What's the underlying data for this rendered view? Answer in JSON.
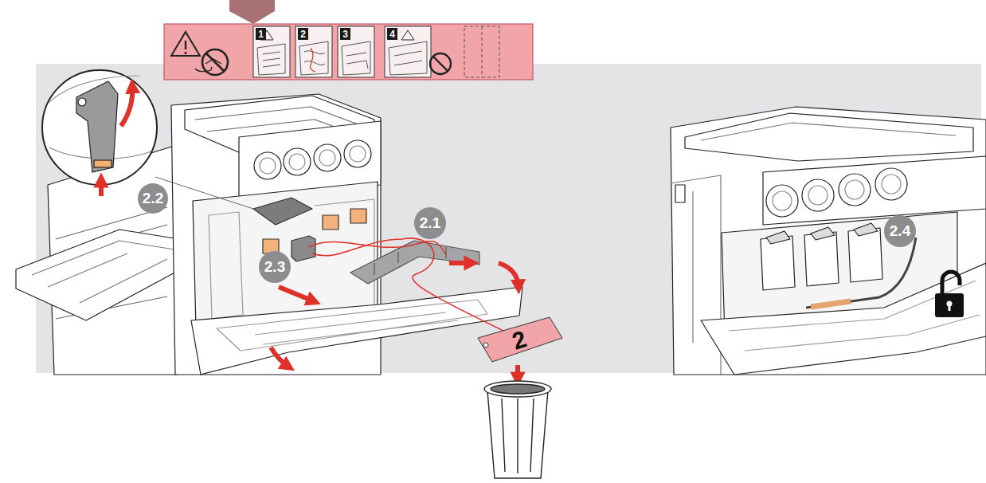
{
  "diagram": {
    "labels": [
      "1",
      "2",
      "3",
      "4",
      "2.2",
      "2.1",
      "2.4",
      "2.3",
      "2"
    ]
  }
}
